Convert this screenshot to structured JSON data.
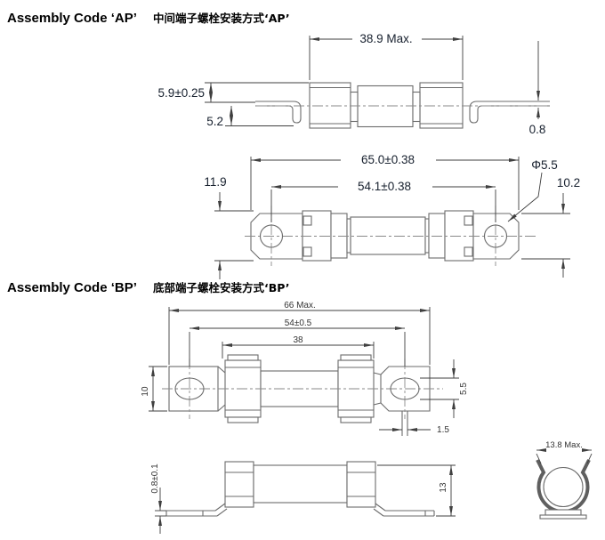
{
  "colors": {
    "background": "#ffffff",
    "part_line": "#6b6b6b",
    "dimension_line": "#3f3f3f",
    "dimension_text_primary": "#17202e",
    "dimension_text_secondary": "#333333",
    "header_text": "#000000"
  },
  "header_ap": {
    "title": "Assembly Code ‘AP’",
    "subtitle_cn": "中间端子螺栓安装方式‘AP’"
  },
  "header_bp": {
    "title": "Assembly Code ‘BP’",
    "subtitle_cn": "底部端子螺栓安装方式‘BP’"
  },
  "drawings": {
    "ap_side": {
      "name": "AP assembly side view",
      "dims": {
        "body_length": "38.9 Max.",
        "lead_height": "5.9±0.25",
        "lead_drop": "5.2",
        "lead_thickness": "0.8"
      }
    },
    "ap_top": {
      "name": "AP assembly top view",
      "dims": {
        "overall_length": "65.0±0.38",
        "hole_pitch": "54.1±0.38",
        "left_height": "11.9",
        "hole_diameter": "Φ5.5",
        "tab_height": "10.2"
      }
    },
    "bp_top": {
      "name": "BP assembly top view",
      "dims": {
        "overall_length": "66 Max.",
        "hole_pitch": "54±0.5",
        "body_length": "38",
        "tab_width": "10",
        "hole_height": "5.5",
        "tab_thickness": "1.5"
      }
    },
    "bp_side": {
      "name": "BP assembly side view",
      "dims": {
        "lead_thickness": "0.8±0.1",
        "overall_height": "13"
      }
    },
    "end_view": {
      "name": "Fuse clip end view",
      "dims": {
        "clip_width": "13.8 Max."
      }
    }
  }
}
